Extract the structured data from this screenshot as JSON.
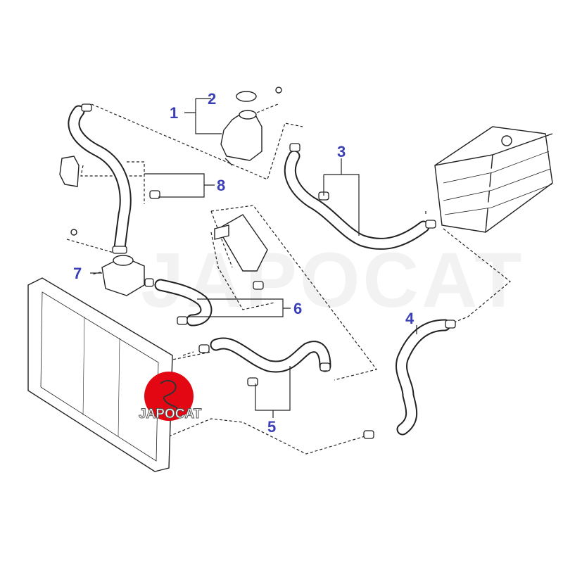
{
  "diagram": {
    "title": "Cooling system hoses",
    "callouts": [
      "1",
      "2",
      "3",
      "4",
      "5",
      "6",
      "7",
      "8"
    ],
    "watermark": "JAPOCAT",
    "logo": {
      "text": "JAPOCAT",
      "color": "#e30613"
    },
    "callout_color": "#3b3fb5"
  }
}
